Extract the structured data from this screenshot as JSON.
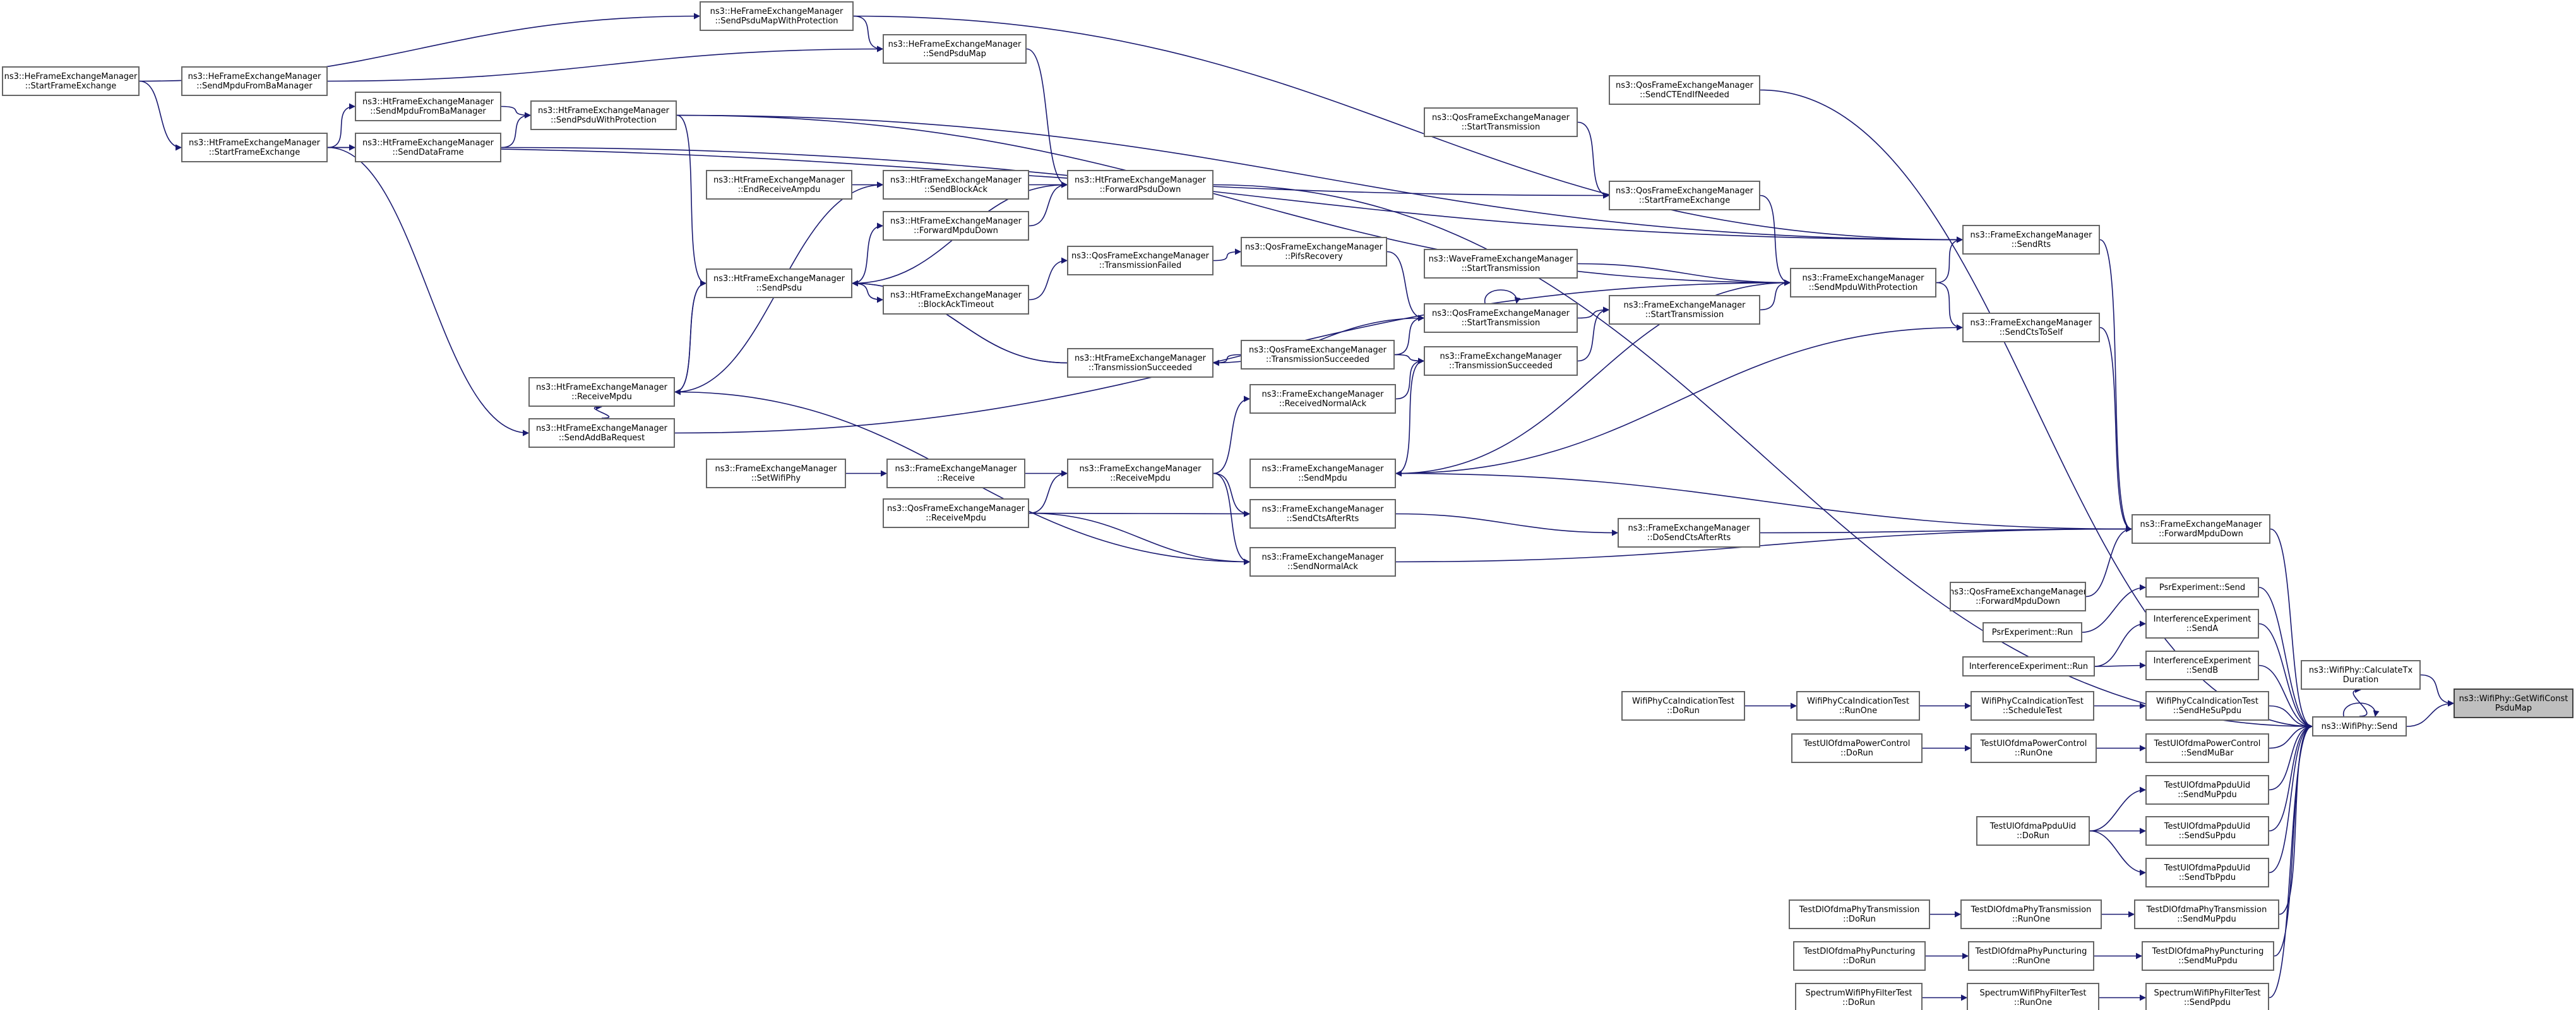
{
  "colors": {
    "edge": "#191970",
    "node_border": "#666666",
    "root_fill": "#bfbfbf"
  },
  "nodes": {
    "he_sfe": {
      "l1": "ns3::HeFrameExchangeManager",
      "l2": "::StartFrameExchange"
    },
    "he_spmwp": {
      "l1": "ns3::HeFrameExchangeManager",
      "l2": "::SendPsduMapWithProtection"
    },
    "he_spm": {
      "l1": "ns3::HeFrameExchangeManager",
      "l2": "::SendPsduMap"
    },
    "he_smfba": {
      "l1": "ns3::HeFrameExchangeManager",
      "l2": "::SendMpduFromBaManager"
    },
    "ht_smfba": {
      "l1": "ns3::HtFrameExchangeManager",
      "l2": "::SendMpduFromBaManager"
    },
    "ht_spwp": {
      "l1": "ns3::HtFrameExchangeManager",
      "l2": "::SendPsduWithProtection"
    },
    "ht_sfe": {
      "l1": "ns3::HtFrameExchangeManager",
      "l2": "::StartFrameExchange"
    },
    "ht_sdf": {
      "l1": "ns3::HtFrameExchangeManager",
      "l2": "::SendDataFrame"
    },
    "ht_era": {
      "l1": "ns3::HtFrameExchangeManager",
      "l2": "::EndReceiveAmpdu"
    },
    "ht_sba": {
      "l1": "ns3::HtFrameExchangeManager",
      "l2": "::SendBlockAck"
    },
    "ht_fpd": {
      "l1": "ns3::HtFrameExchangeManager",
      "l2": "::ForwardPsduDown"
    },
    "ht_fmd": {
      "l1": "ns3::HtFrameExchangeManager",
      "l2": "::ForwardMpduDown"
    },
    "ht_sp": {
      "l1": "ns3::HtFrameExchangeManager",
      "l2": "::SendPsdu"
    },
    "ht_bat": {
      "l1": "ns3::HtFrameExchangeManager",
      "l2": "::BlockAckTimeout"
    },
    "ht_rm": {
      "l1": "ns3::HtFrameExchangeManager",
      "l2": "::ReceiveMpdu"
    },
    "ht_ts": {
      "l1": "ns3::HtFrameExchangeManager",
      "l2": "::TransmissionSucceeded"
    },
    "ht_sabr": {
      "l1": "ns3::HtFrameExchangeManager",
      "l2": "::SendAddBaRequest"
    },
    "q_ctein": {
      "l1": "ns3::QosFrameExchangeManager",
      "l2": "::SendCTEndIfNeeded"
    },
    "q_st1": {
      "l1": "ns3::QosFrameExchangeManager",
      "l2": "::StartTransmission"
    },
    "q_sfe": {
      "l1": "ns3::QosFrameExchangeManager",
      "l2": "::StartFrameExchange"
    },
    "q_tf": {
      "l1": "ns3::QosFrameExchangeManager",
      "l2": "::TransmissionFailed"
    },
    "q_pr": {
      "l1": "ns3::QosFrameExchangeManager",
      "l2": "::PifsRecovery"
    },
    "q_st2": {
      "l1": "ns3::QosFrameExchangeManager",
      "l2": "::StartTransmission"
    },
    "q_ts": {
      "l1": "ns3::QosFrameExchangeManager",
      "l2": "::TransmissionSucceeded"
    },
    "q_rm": {
      "l1": "ns3::QosFrameExchangeManager",
      "l2": "::ReceiveMpdu"
    },
    "q_fmd": {
      "l1": "ns3::QosFrameExchangeManager",
      "l2": "::ForwardMpduDown"
    },
    "w_st": {
      "l1": "ns3::WaveFrameExchangeManager",
      "l2": "::StartTransmission"
    },
    "f_st": {
      "l1": "ns3::FrameExchangeManager",
      "l2": "::StartTransmission"
    },
    "f_ts": {
      "l1": "ns3::FrameExchangeManager",
      "l2": "::TransmissionSucceeded"
    },
    "f_rna": {
      "l1": "ns3::FrameExchangeManager",
      "l2": "::ReceivedNormalAck"
    },
    "f_swp": {
      "l1": "ns3::FrameExchangeManager",
      "l2": "::SetWifiPhy"
    },
    "f_recv": {
      "l1": "ns3::FrameExchangeManager",
      "l2": "::Receive"
    },
    "f_rm": {
      "l1": "ns3::FrameExchangeManager",
      "l2": "::ReceiveMpdu"
    },
    "f_sm": {
      "l1": "ns3::FrameExchangeManager",
      "l2": "::SendMpdu"
    },
    "f_scar": {
      "l1": "ns3::FrameExchangeManager",
      "l2": "::SendCtsAfterRts"
    },
    "f_dscar": {
      "l1": "ns3::FrameExchangeManager",
      "l2": "::DoSendCtsAfterRts"
    },
    "f_sna": {
      "l1": "ns3::FrameExchangeManager",
      "l2": "::SendNormalAck"
    },
    "f_smwp": {
      "l1": "ns3::FrameExchangeManager",
      "l2": "::SendMpduWithProtection"
    },
    "f_srts": {
      "l1": "ns3::FrameExchangeManager",
      "l2": "::SendRts"
    },
    "f_scts": {
      "l1": "ns3::FrameExchangeManager",
      "l2": "::SendCtsToSelf"
    },
    "f_fmd": {
      "l1": "ns3::FrameExchangeManager",
      "l2": "::ForwardMpduDown"
    },
    "psr_send": {
      "l1": "PsrExperiment::Send"
    },
    "psr_run": {
      "l1": "PsrExperiment::Run"
    },
    "ie_senda": {
      "l1": "InterferenceExperiment",
      "l2": "::SendA"
    },
    "ie_sendb": {
      "l1": "InterferenceExperiment",
      "l2": "::SendB"
    },
    "ie_run": {
      "l1": "InterferenceExperiment::Run"
    },
    "cca_dorun": {
      "l1": "WifiPhyCcaIndicationTest",
      "l2": "::DoRun"
    },
    "cca_runone": {
      "l1": "WifiPhyCcaIndicationTest",
      "l2": "::RunOne"
    },
    "cca_sched": {
      "l1": "WifiPhyCcaIndicationTest",
      "l2": "::ScheduleTest"
    },
    "cca_shesu": {
      "l1": "WifiPhyCcaIndicationTest",
      "l2": "::SendHeSuPpdu"
    },
    "pc_dorun": {
      "l1": "TestUlOfdmaPowerControl",
      "l2": "::DoRun"
    },
    "pc_runone": {
      "l1": "TestUlOfdmaPowerControl",
      "l2": "::RunOne"
    },
    "pc_smubar": {
      "l1": "TestUlOfdmaPowerControl",
      "l2": "::SendMuBar"
    },
    "uid_smu": {
      "l1": "TestUlOfdmaPpduUid",
      "l2": "::SendMuPpdu"
    },
    "uid_dorun": {
      "l1": "TestUlOfdmaPpduUid",
      "l2": "::DoRun"
    },
    "uid_ssu": {
      "l1": "TestUlOfdmaPpduUid",
      "l2": "::SendSuPpdu"
    },
    "uid_stb": {
      "l1": "TestUlOfdmaPpduUid",
      "l2": "::SendTbPpdu"
    },
    "dlt_dorun": {
      "l1": "TestDlOfdmaPhyTransmission",
      "l2": "::DoRun"
    },
    "dlt_runone": {
      "l1": "TestDlOfdmaPhyTransmission",
      "l2": "::RunOne"
    },
    "dlt_smu": {
      "l1": "TestDlOfdmaPhyTransmission",
      "l2": "::SendMuPpdu"
    },
    "dlp_dorun": {
      "l1": "TestDlOfdmaPhyPuncturing",
      "l2": "::DoRun"
    },
    "dlp_runone": {
      "l1": "TestDlOfdmaPhyPuncturing",
      "l2": "::RunOne"
    },
    "dlp_smu": {
      "l1": "TestDlOfdmaPhyPuncturing",
      "l2": "::SendMuPpdu"
    },
    "sf_dorun": {
      "l1": "SpectrumWifiPhyFilterTest",
      "l2": "::DoRun"
    },
    "sf_runone": {
      "l1": "SpectrumWifiPhyFilterTest",
      "l2": "::RunOne"
    },
    "sf_send": {
      "l1": "SpectrumWifiPhyFilterTest",
      "l2": "::SendPpdu"
    },
    "wp_ctd": {
      "l1": "ns3::WifiPhy::CalculateTx",
      "l2": "Duration"
    },
    "wp_send": {
      "l1": "ns3::WifiPhy::Send"
    },
    "wp_gwcpm": {
      "l1": "ns3::WifiPhy::GetWifiConst",
      "l2": "PsduMap"
    }
  }
}
